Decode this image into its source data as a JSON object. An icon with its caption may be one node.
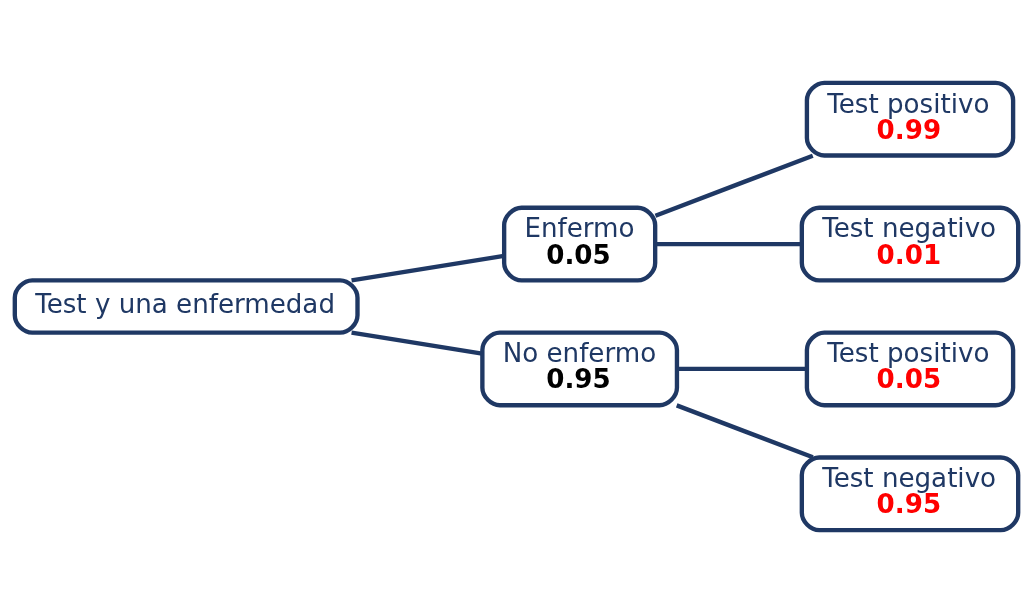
{
  "diagram": {
    "nodes": [
      {
        "text": [
          "Test y una enfermedad"
        ]
      },
      {
        "text": [
          "Enfermo",
          "0.05"
        ]
      },
      {
        "text": [
          "No enfermo",
          "0.95"
        ]
      },
      {
        "text": [
          "Test positivo",
          "0.99"
        ]
      },
      {
        "text": [
          "Test negativo",
          "0.01"
        ]
      },
      {
        "text": [
          "Test positivo",
          "0.05"
        ]
      },
      {
        "text": [
          "Test negativo",
          "0.95"
        ]
      }
    ],
    "edges": [
      {
        "from": 0,
        "to": 1,
        "arrow": "none"
      },
      {
        "from": 0,
        "to": 2,
        "arrow": "none"
      },
      {
        "from": 1,
        "to": 3,
        "arrow": "none"
      },
      {
        "from": 1,
        "to": 4,
        "arrow": "none"
      },
      {
        "from": 2,
        "to": 5,
        "arrow": "none"
      },
      {
        "from": 2,
        "to": 6,
        "arrow": "none"
      }
    ]
  }
}
